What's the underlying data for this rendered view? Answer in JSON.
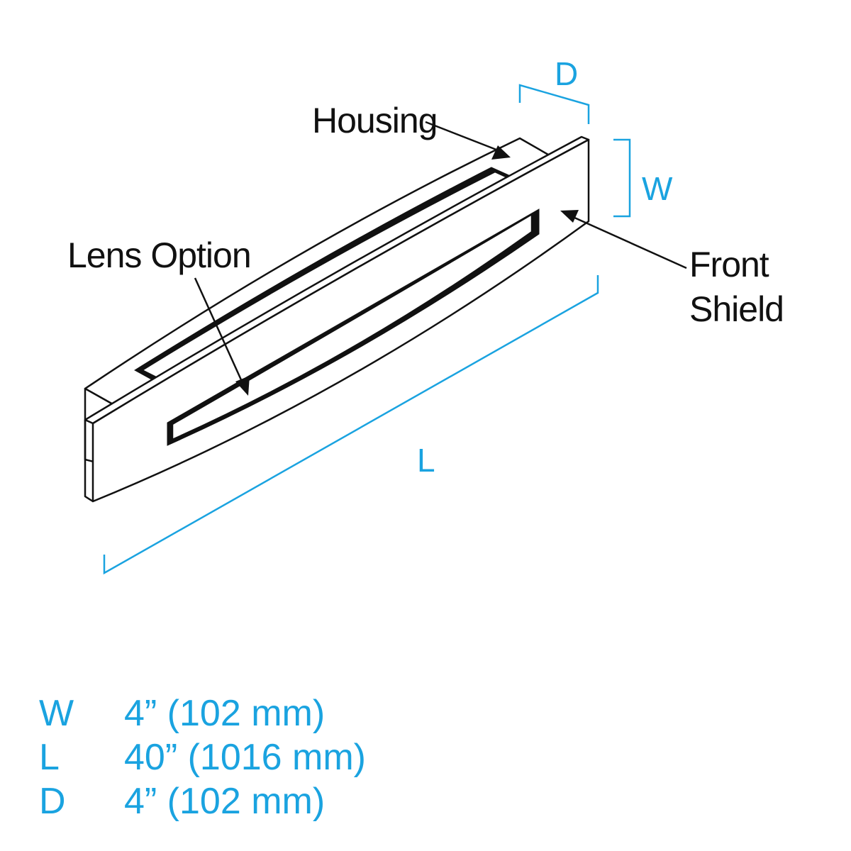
{
  "callouts": {
    "housing": "Housing",
    "lens_option": "Lens Option",
    "front_shield_line1": "Front",
    "front_shield_line2": "Shield"
  },
  "dimension_labels": {
    "depth": "D",
    "width": "W",
    "length": "L"
  },
  "specs": [
    {
      "key": "W",
      "value": "4” (102 mm)"
    },
    {
      "key": "L",
      "value": "40” (1016 mm)"
    },
    {
      "key": "D",
      "value": "4” (102 mm)"
    }
  ],
  "colors": {
    "dimension": "#1aa3e0",
    "line": "#111111",
    "background": "#ffffff"
  }
}
